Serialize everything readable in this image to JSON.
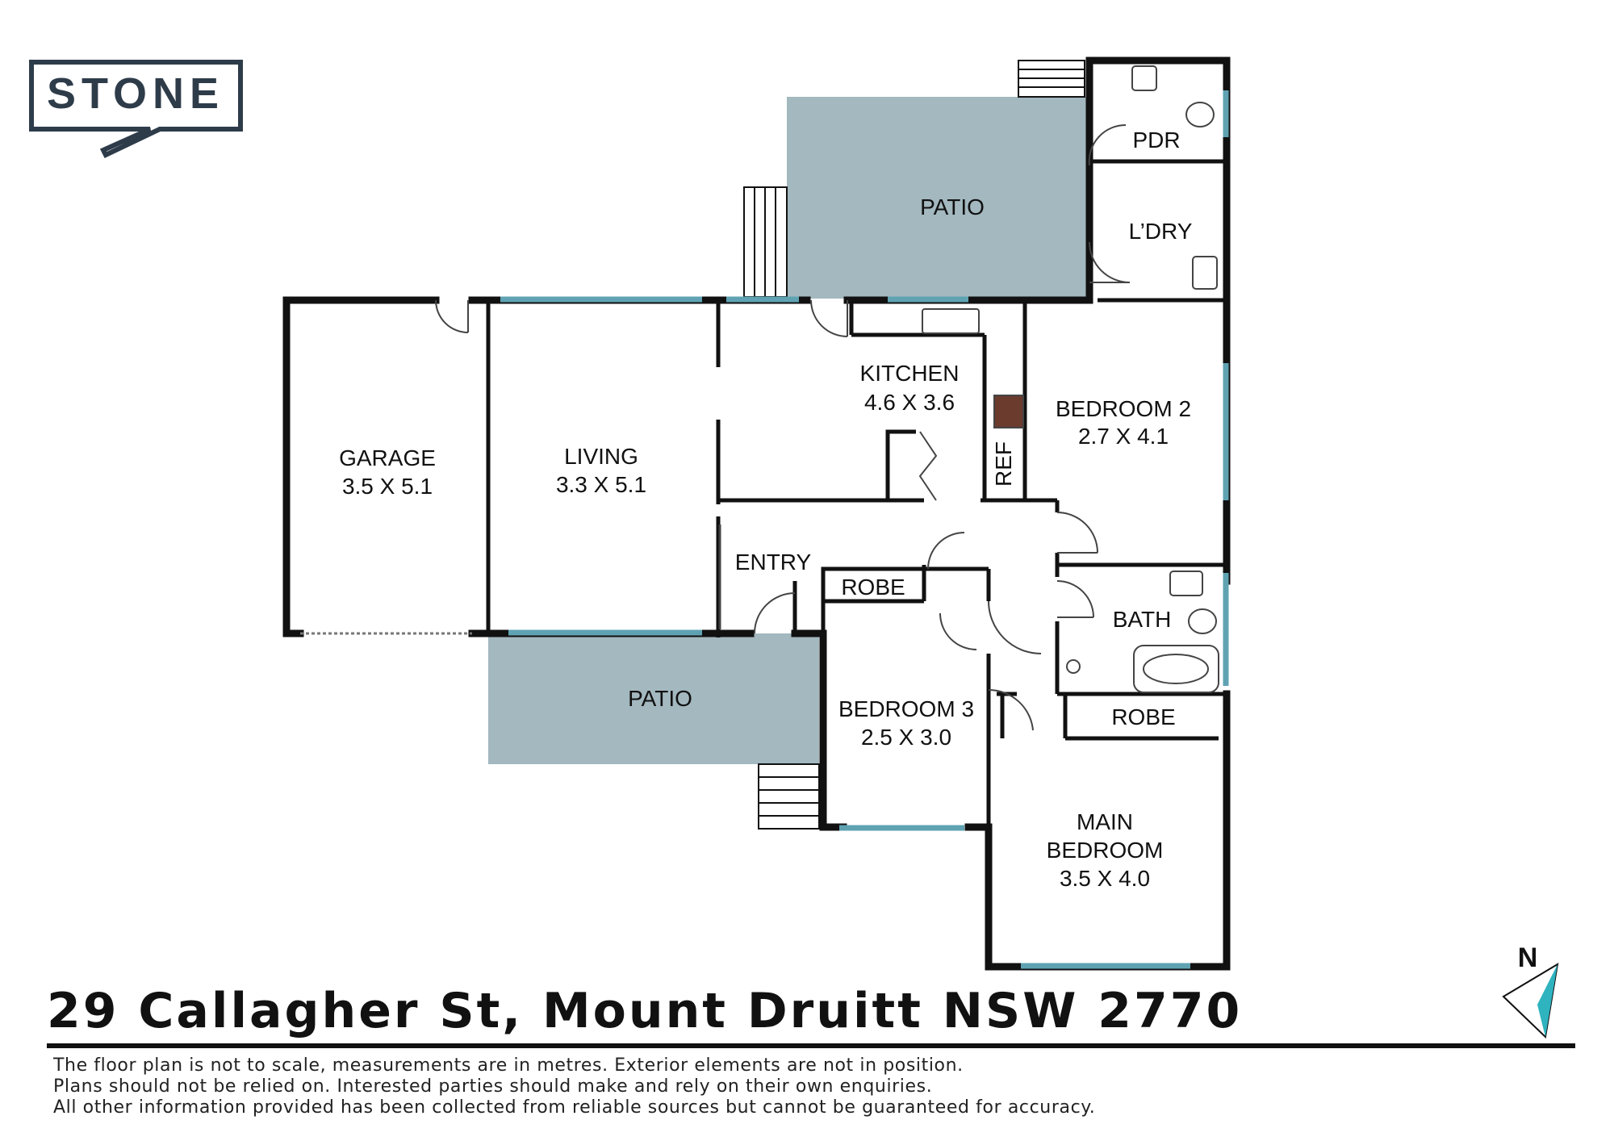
{
  "brand": {
    "logo_text": "STONE",
    "colors": {
      "wall": "#111111",
      "window": "#5fa3b3",
      "patio": "#a3b8bf",
      "accent": "#2eb3bf"
    }
  },
  "rooms": {
    "patio_top": "PATIO",
    "pdr": "PDR",
    "laundry": "L’DRY",
    "kitchen": {
      "name": "KITCHEN",
      "size": "4.6 X 3.6"
    },
    "bedroom2": {
      "name": "BEDROOM 2",
      "size": "2.7 X 4.1"
    },
    "garage": {
      "name": "GARAGE",
      "size": "3.5 X 5.1"
    },
    "living": {
      "name": "LIVING",
      "size": "3.3 X 5.1"
    },
    "ref": "REF",
    "entry": "ENTRY",
    "robe_bed3": "ROBE",
    "bath": "BATH",
    "patio_bottom": "PATIO",
    "bedroom3": {
      "name": "BEDROOM 3",
      "size": "2.5 X 3.0"
    },
    "robe_main": "ROBE",
    "main_bedroom": {
      "name_line1": "MAIN",
      "name_line2": "BEDROOM",
      "size": "3.5 X 4.0"
    }
  },
  "compass": {
    "label": "N"
  },
  "address": "29 Callagher St, Mount Druitt NSW 2770",
  "disclaimer": [
    "The floor plan is not to scale, measurements are in metres. Exterior elements are not in position.",
    "Plans should not be relied on. Interested parties should make and rely on their own enquiries.",
    "All other information provided has been collected from reliable sources but cannot be guaranteed for accuracy."
  ]
}
